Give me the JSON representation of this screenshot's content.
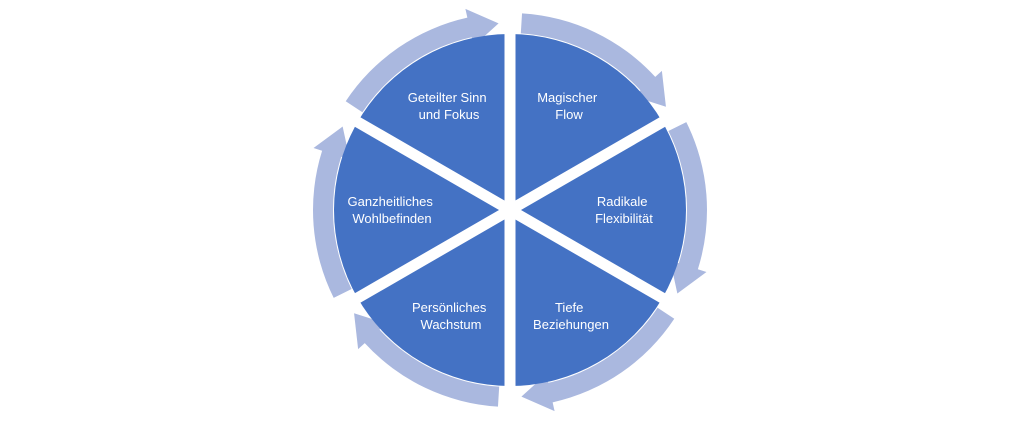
{
  "colors": {
    "segment_fill": "#4472C4",
    "arrow_fill": "#AAB8DF",
    "separator": "#FFFFFF",
    "label_text": "#FFFFFF",
    "background": "#FFFFFF"
  },
  "segments": [
    {
      "line1": "Magischer",
      "line2": "Flow"
    },
    {
      "line1": "Radikale",
      "line2": "Flexibilität"
    },
    {
      "line1": "Tiefe",
      "line2": "Beziehungen"
    },
    {
      "line1": "Persönliches",
      "line2": "Wachstum"
    },
    {
      "line1": "Ganzheitliches",
      "line2": "Wohlbefinden"
    },
    {
      "line1": "Geteilter Sinn",
      "line2": "und Fokus"
    }
  ]
}
